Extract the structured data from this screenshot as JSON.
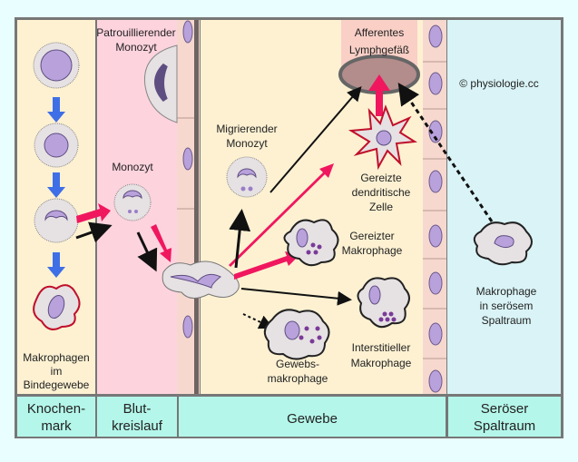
{
  "copyright": "© physiologie.cc",
  "labels": {
    "patrolling_monocyte": [
      "Patrouillierender",
      "Monozyt"
    ],
    "monocyte": "Monozyt",
    "migrating_monocyte": [
      "Migrierender",
      "Monozyt"
    ],
    "afferent_lymph": [
      "Afferentes",
      "Lymphgefäß"
    ],
    "dendritic_cell": [
      "Gereizte",
      "dendritische",
      "Zelle"
    ],
    "activated_macrophage": [
      "Gereizter",
      "Makrophage"
    ],
    "interstitial_macrophage": [
      "Interstitieller",
      "Makrophage"
    ],
    "tissue_macrophage": [
      "Gewebs-",
      "makrophage"
    ],
    "connective_macrophages": [
      "Makrophagen",
      "im",
      "Bindegewebe"
    ],
    "serous_macrophage": [
      "Makrophage",
      "in serösem",
      "Spaltraum"
    ]
  },
  "compartments": [
    {
      "lines": [
        "Knochen-",
        "mark"
      ]
    },
    {
      "lines": [
        "Blut-",
        "kreislauf"
      ]
    },
    {
      "lines": [
        "Gewebe"
      ]
    },
    {
      "lines": [
        "Seröser",
        "Spaltraum"
      ]
    }
  ],
  "colors": {
    "bone_marrow": "#fdf1d2",
    "blood": "#fdd3de",
    "tissue": "#fdf1d2",
    "serous": "#d9f3f6",
    "band": "#b4f6ea",
    "nucleus": "#b9a2dc",
    "cell": "#e6e1e3",
    "pink_arrow": "#f0175f",
    "blue_arrow": "#3f6fe6"
  }
}
